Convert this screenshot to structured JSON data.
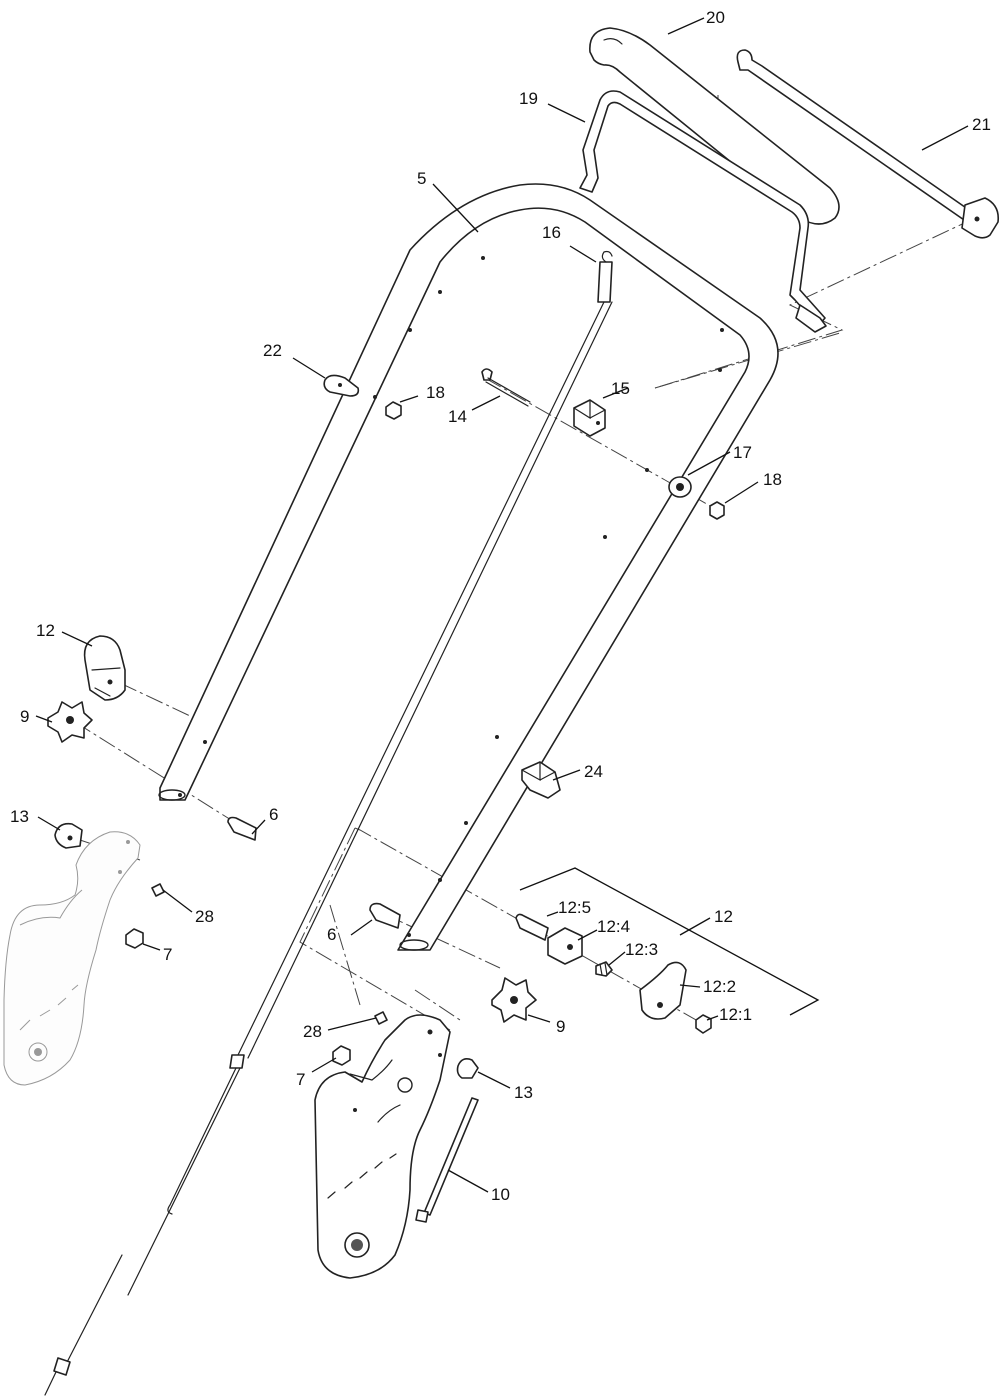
{
  "callouts": [
    {
      "id": "c20",
      "label": "20"
    },
    {
      "id": "c19",
      "label": "19"
    },
    {
      "id": "c21",
      "label": "21"
    },
    {
      "id": "c5",
      "label": "5"
    },
    {
      "id": "c16",
      "label": "16"
    },
    {
      "id": "c22",
      "label": "22"
    },
    {
      "id": "c18a",
      "label": "18"
    },
    {
      "id": "c15",
      "label": "15"
    },
    {
      "id": "c14",
      "label": "14"
    },
    {
      "id": "c17",
      "label": "17"
    },
    {
      "id": "c18b",
      "label": "18"
    },
    {
      "id": "c12a",
      "label": "12"
    },
    {
      "id": "c9a",
      "label": "9"
    },
    {
      "id": "c24",
      "label": "24"
    },
    {
      "id": "c13a",
      "label": "13"
    },
    {
      "id": "c6a",
      "label": "6"
    },
    {
      "id": "c28a",
      "label": "28"
    },
    {
      "id": "c7a",
      "label": "7"
    },
    {
      "id": "c12_5",
      "label": "12:5"
    },
    {
      "id": "c12b",
      "label": "12"
    },
    {
      "id": "c6b",
      "label": "6"
    },
    {
      "id": "c12_4",
      "label": "12:4"
    },
    {
      "id": "c12_3",
      "label": "12:3"
    },
    {
      "id": "c12_2",
      "label": "12:2"
    },
    {
      "id": "c12_1",
      "label": "12:1"
    },
    {
      "id": "c9b",
      "label": "9"
    },
    {
      "id": "c28b",
      "label": "28"
    },
    {
      "id": "c7b",
      "label": "7"
    },
    {
      "id": "c13b",
      "label": "13"
    },
    {
      "id": "c10",
      "label": "10"
    }
  ]
}
